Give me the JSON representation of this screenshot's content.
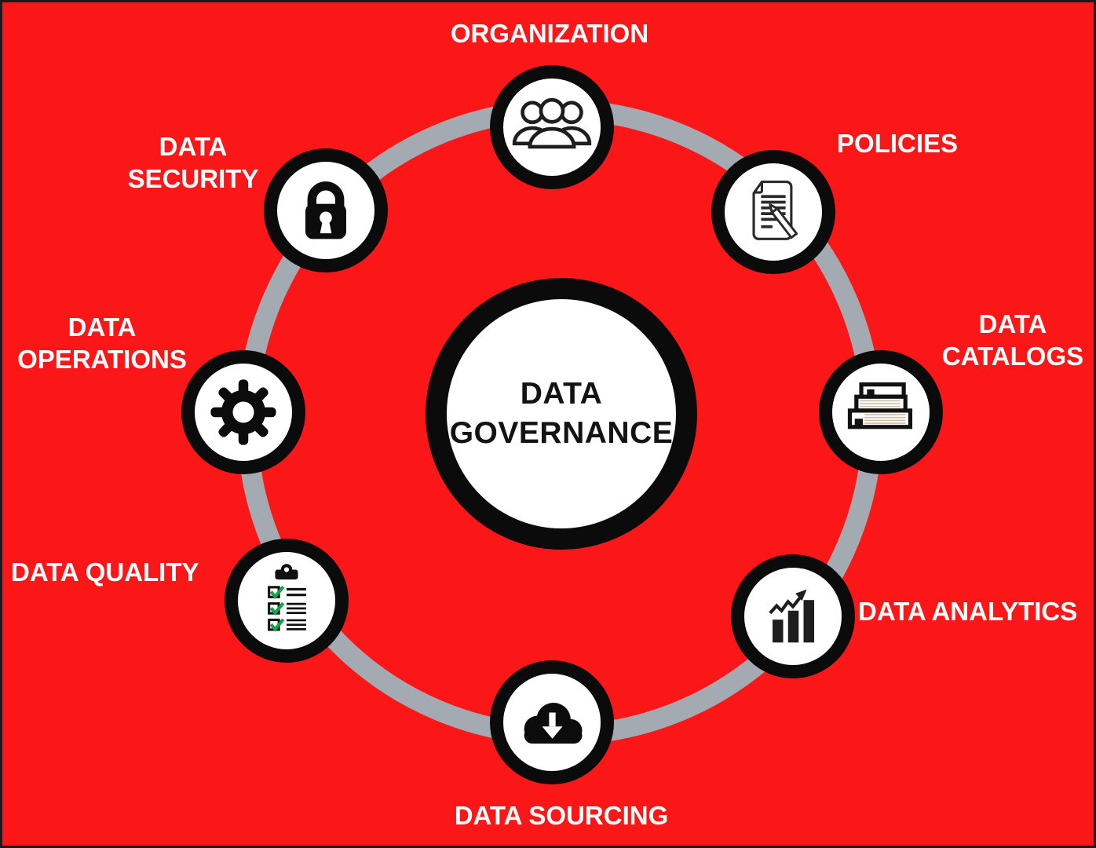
{
  "diagram": {
    "center": {
      "label": "DATA GOVERNANCE",
      "label_lines": [
        "DATA",
        "GOVERNANCE"
      ]
    },
    "nodes": [
      {
        "id": "organization",
        "label": "ORGANIZATION",
        "icon": "people-group-icon",
        "label_position": "top"
      },
      {
        "id": "policies",
        "label": "POLICIES",
        "icon": "document-pencil-icon",
        "label_position": "top-right"
      },
      {
        "id": "data-catalogs",
        "label": "DATA CATALOGS",
        "label_lines": [
          "DATA",
          "CATALOGS"
        ],
        "icon": "books-stack-icon",
        "label_position": "right"
      },
      {
        "id": "data-analytics",
        "label": "DATA ANALYTICS",
        "icon": "bar-chart-trend-icon",
        "label_position": "right"
      },
      {
        "id": "data-sourcing",
        "label": "DATA SOURCING",
        "icon": "cloud-download-icon",
        "label_position": "bottom"
      },
      {
        "id": "data-quality",
        "label": "DATA QUALITY",
        "icon": "checklist-icon",
        "label_position": "left"
      },
      {
        "id": "data-operations",
        "label": "DATA OPERATIONS",
        "label_lines": [
          "DATA",
          "OPERATIONS"
        ],
        "icon": "gear-icon",
        "label_position": "left"
      },
      {
        "id": "data-security",
        "label": "DATA SECURITY",
        "label_lines": [
          "DATA",
          "SECURITY"
        ],
        "icon": "padlock-icon",
        "label_position": "top-left"
      }
    ],
    "colors": {
      "background": "#fb1717",
      "ring_gray": "#a3aab1",
      "node_border_black": "#0b0b0b",
      "node_fill_white": "#ffffff",
      "label_text": "#ffffff",
      "center_text": "#131313",
      "check_green": "#15a24b",
      "book_page_tan": "#cdbfa4"
    }
  }
}
